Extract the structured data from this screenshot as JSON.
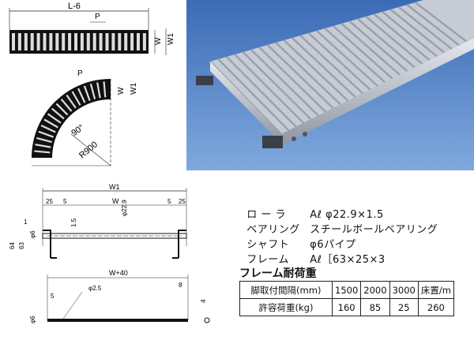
{
  "drawing_top": {
    "length_label": "L-6",
    "pitch_label": "P",
    "w_label": "W",
    "w1_label": "W1"
  },
  "drawing_curve": {
    "pitch_label": "P",
    "w_label": "W",
    "w1_label": "W1",
    "angle_label": "90°",
    "radius_label": "R900"
  },
  "drawing_section": {
    "w1_label": "W1",
    "w_label": "W",
    "dim_25_left": "25",
    "dim_5_left": "5",
    "dim_5_right": "5",
    "dim_25_right": "25",
    "dim_diameter": "φ22.9",
    "dim_15": "1.5",
    "dim_1": "1",
    "dim_phi6": "φ6",
    "dim_64": "64",
    "dim_63": "63"
  },
  "drawing_shaft": {
    "length_label": "W+40",
    "dim_8": "8",
    "dim_5": "5",
    "dim_phi25": "φ2.5",
    "dim_phi6": "φ6",
    "dim_4": "4"
  },
  "specs": [
    {
      "label": "ロ ー ラ",
      "value": "Aℓ φ22.9×1.5"
    },
    {
      "label": "ベアリング",
      "value": "スチールボールベアリング"
    },
    {
      "label": "シャフト",
      "value": "φ6パイプ"
    },
    {
      "label": "フレーム",
      "value": "Aℓ［63×25×3"
    }
  ],
  "load_table": {
    "title": "フレーム耐荷重",
    "header_label": "脚取付間隔(mm)",
    "row_label": "許容荷重(kg)",
    "columns": [
      "1500",
      "2000",
      "3000",
      "床置/m"
    ],
    "values": [
      "160",
      "85",
      "25",
      "260"
    ]
  }
}
